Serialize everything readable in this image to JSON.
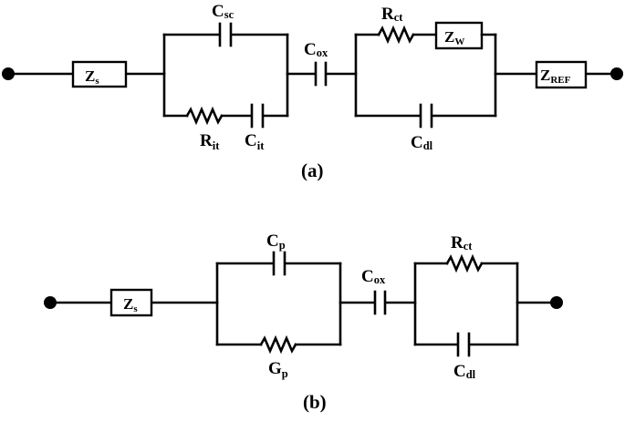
{
  "circuit_a": {
    "caption": "(a)",
    "zs": {
      "main": "Z",
      "sub": "s"
    },
    "csc": {
      "main": "C",
      "sub": "sc"
    },
    "rit": {
      "main": "R",
      "sub": "it"
    },
    "cit": {
      "main": "C",
      "sub": "it"
    },
    "cox": {
      "main": "C",
      "sub": "ox"
    },
    "rct": {
      "main": "R",
      "sub": "ct"
    },
    "zw": {
      "main": "Z",
      "sub": "W"
    },
    "cdl": {
      "main": "C",
      "sub": "dl"
    },
    "zref": {
      "main": "Z",
      "sub": "REF"
    }
  },
  "circuit_b": {
    "caption": "(b)",
    "zs": {
      "main": "Z",
      "sub": "s"
    },
    "cp": {
      "main": "C",
      "sub": "p"
    },
    "gp": {
      "main": "G",
      "sub": "p"
    },
    "cox": {
      "main": "C",
      "sub": "ox"
    },
    "rct": {
      "main": "R",
      "sub": "ct"
    },
    "cdl": {
      "main": "C",
      "sub": "dl"
    }
  }
}
